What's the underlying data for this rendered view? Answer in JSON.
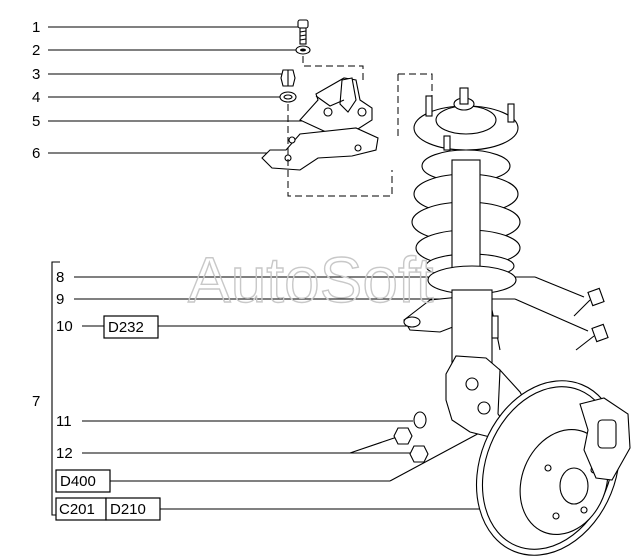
{
  "watermark": "AutoSoft",
  "callouts": {
    "c1": "1",
    "c2": "2",
    "c3": "3",
    "c4": "4",
    "c5": "5",
    "c6": "6",
    "c7": "7",
    "c8": "8",
    "c9": "9",
    "c10": "10",
    "c11": "11",
    "c12": "12"
  },
  "refs": {
    "d232": "D232",
    "d400": "D400",
    "c201": "C201",
    "d210": "D210"
  }
}
